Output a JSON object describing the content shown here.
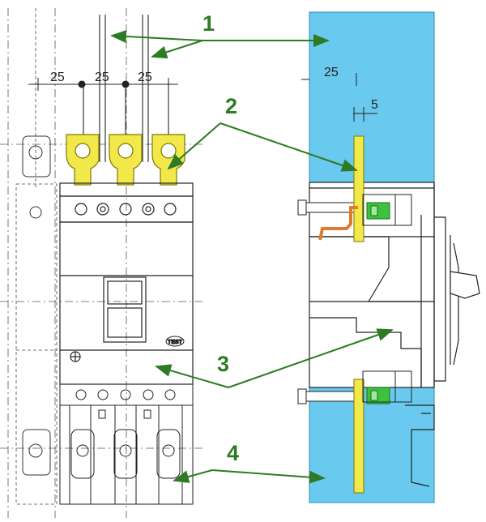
{
  "dimensions": {
    "front_pitch_1": "25",
    "front_pitch_2": "25",
    "front_pitch_3": "25",
    "side_offset": "25",
    "side_thickness": "5"
  },
  "callouts": [
    {
      "label": "1"
    },
    {
      "label": "2"
    },
    {
      "label": "3"
    },
    {
      "label": "4"
    }
  ],
  "front_view": {
    "test_button_label": "TEST"
  },
  "colors": {
    "insulation_barrier": "#69c9ee",
    "terminal_lug": "#f2e84a",
    "lug_outline": "#7a7a00",
    "callout_arrow": "#2f7a24",
    "connector": "#3cc23c",
    "wire": "#e07a2e",
    "line": "#222222"
  }
}
